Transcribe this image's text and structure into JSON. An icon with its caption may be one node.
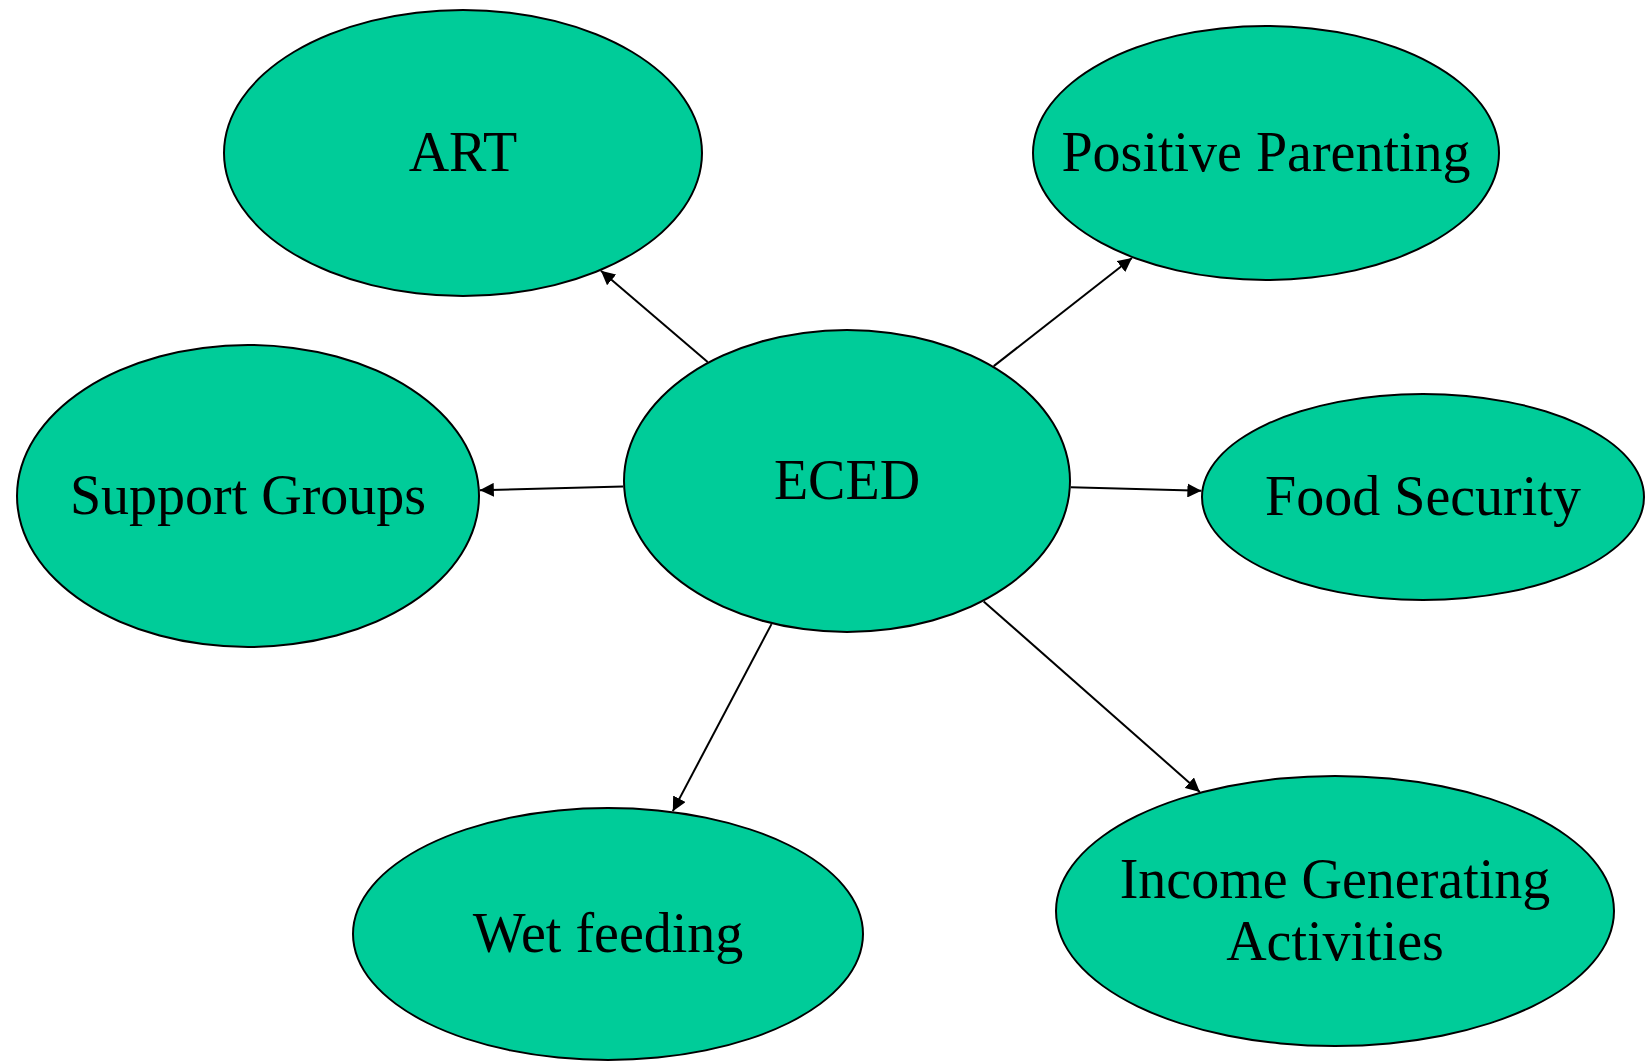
{
  "diagram": {
    "nodes": [
      {
        "text": [
          "ECED"
        ]
      },
      {
        "text": [
          "ART"
        ]
      },
      {
        "text": [
          "Positive Parenting"
        ]
      },
      {
        "text": [
          "Support Groups"
        ]
      },
      {
        "text": [
          "Food Security"
        ]
      },
      {
        "text": [
          "Wet feeding"
        ]
      },
      {
        "text": [
          "Income Generating Activities"
        ]
      }
    ],
    "edges": [
      {
        "from": 0,
        "to": 1,
        "arrow": "to"
      },
      {
        "from": 0,
        "to": 2,
        "arrow": "to"
      },
      {
        "from": 0,
        "to": 3,
        "arrow": "to"
      },
      {
        "from": 0,
        "to": 4,
        "arrow": "to"
      },
      {
        "from": 0,
        "to": 5,
        "arrow": "to"
      },
      {
        "from": 0,
        "to": 6,
        "arrow": "to"
      }
    ]
  }
}
